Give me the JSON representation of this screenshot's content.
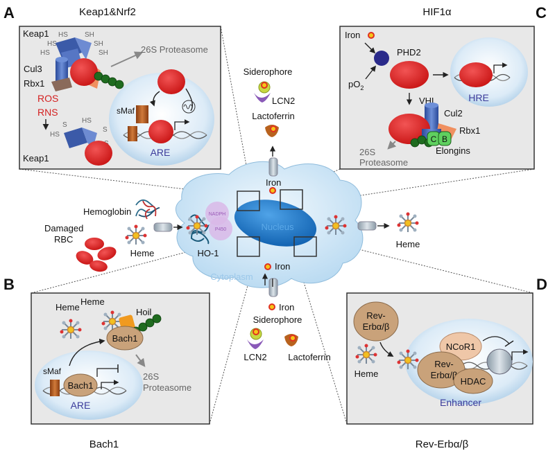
{
  "panels": {
    "a": {
      "letter": "A",
      "title": "Keap1&Nrf2",
      "keap1_top": "Keap1",
      "sh": "SH",
      "hs": "HS",
      "s": "S",
      "cul3": "Cul3",
      "rbx1": "Rbx1",
      "proteasome": "26S Proteasome",
      "ros": "ROS",
      "rns": "RNS",
      "keap1_bottom": "Keap1",
      "smaf": "sMaf",
      "are": "ARE"
    },
    "b": {
      "letter": "B",
      "caption": "Bach1",
      "heme_left": "Heme",
      "heme_top": "Heme",
      "hoil": "Hoil",
      "bach1_top": "Bach1",
      "smaf": "sMaf",
      "bach1_bottom": "Bach1",
      "are": "ARE",
      "proteasome_1": "26S",
      "proteasome_2": "Proteasome"
    },
    "c": {
      "letter": "C",
      "title": "HIF1α",
      "iron": "Iron",
      "phd2": "PHD2",
      "po2": "pO",
      "po2_sub": "2",
      "hre": "HRE",
      "vhl": "VHL",
      "cul2": "Cul2",
      "rbx1": "Rbx1",
      "c_label": "C",
      "b_label": "B",
      "elongins": "Elongins",
      "proteasome_1": "26S",
      "proteasome_2": "Proteasome"
    },
    "d": {
      "letter": "D",
      "caption": "Rev-Erbα/β",
      "reverb_1": "Rev-",
      "reverb_2": "Erbα/β",
      "heme": "Heme",
      "ncor1": "NCoR1",
      "inner_1": "Rev-",
      "inner_2": "Erbα/β",
      "hdac": "HDAC",
      "enhancer": "Enhancer"
    }
  },
  "center": {
    "siderophore_top": "Siderophore",
    "lcn2_top": "LCN2",
    "lactoferrin_top": "Lactoferrin",
    "iron_top": "Iron",
    "hemoglobin": "Hemoglobin",
    "damaged_1": "Damaged",
    "damaged_2": "RBC",
    "heme_left": "Heme",
    "ho1": "HO-1",
    "nadph": "NADPH",
    "p450": "P450",
    "nucleus": "Nucleus",
    "cytoplasm": "Cytoplasm",
    "iron_mid": "Iron",
    "iron_bottom": "Iron",
    "siderophore_bottom": "Siderophore",
    "lcn2_bottom": "LCN2",
    "lactoferrin_bottom": "Lactoferrin",
    "heme_right": "Heme"
  },
  "colors": {
    "red": "#e02424",
    "blue": "#4060b0",
    "dark_green": "#1a5e1a",
    "rust": "#b85a1e",
    "tan": "#c9a27a",
    "cell": "#cfe6f6",
    "nucleus": "#1b78c8"
  }
}
